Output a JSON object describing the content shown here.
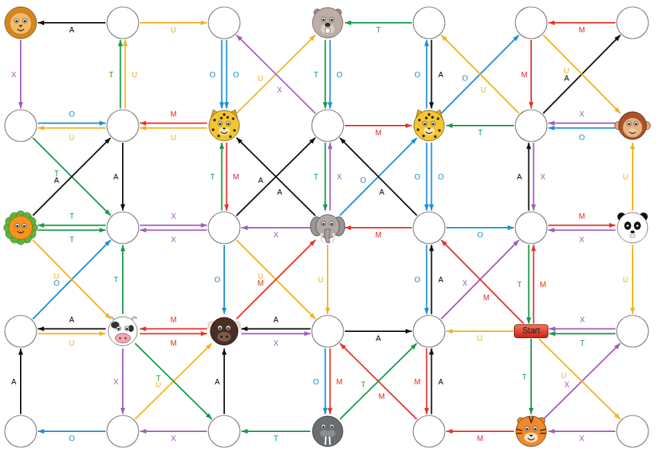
{
  "diagram": {
    "nodes": [
      {
        "text": []
      },
      {
        "text": []
      },
      {
        "text": []
      },
      {
        "text": []
      },
      {
        "text": []
      },
      {
        "text": []
      },
      {
        "text": []
      },
      {
        "text": []
      },
      {
        "text": []
      },
      {
        "text": []
      },
      {
        "text": []
      },
      {
        "text": []
      },
      {
        "text": []
      },
      {
        "text": []
      },
      {
        "text": []
      },
      {
        "text": []
      },
      {
        "text": []
      },
      {
        "text": []
      },
      {
        "text": []
      },
      {
        "text": []
      },
      {
        "text": []
      },
      {
        "text": []
      },
      {
        "text": []
      },
      {
        "text": []
      },
      {
        "text": []
      },
      {
        "text": []
      },
      {
        "text": [
          "Start"
        ]
      },
      {
        "text": []
      },
      {
        "text": []
      },
      {
        "text": []
      },
      {
        "text": []
      },
      {
        "text": []
      },
      {
        "text": []
      },
      {
        "text": []
      },
      {
        "text": []
      }
    ],
    "edges": [
      {
        "from": 1,
        "to": 0,
        "arrow": "to",
        "label": "A"
      },
      {
        "from": 1,
        "to": 2,
        "arrow": "to",
        "label": "U"
      },
      {
        "from": 4,
        "to": 3,
        "arrow": "to",
        "label": "T"
      },
      {
        "from": 6,
        "to": 5,
        "arrow": "to",
        "label": "M"
      },
      {
        "from": 0,
        "to": 7,
        "arrow": "to",
        "label": "X"
      },
      {
        "from": 7,
        "to": 8,
        "arrow": "to",
        "label": "O"
      },
      {
        "from": 8,
        "to": 7,
        "arrow": "to",
        "label": "U"
      },
      {
        "from": 9,
        "to": 8,
        "arrow": "to",
        "label": "M"
      },
      {
        "from": 9,
        "to": 8,
        "arrow": "to",
        "label": "U"
      },
      {
        "from": 10,
        "to": 11,
        "arrow": "to",
        "label": "M"
      },
      {
        "from": 12,
        "to": 11,
        "arrow": "to",
        "label": "T"
      },
      {
        "from": 13,
        "to": 12,
        "arrow": "to",
        "label": "X"
      },
      {
        "from": 13,
        "to": 12,
        "arrow": "to",
        "label": "O"
      },
      {
        "from": 8,
        "to": 1,
        "arrow": "to",
        "label": "U"
      },
      {
        "from": 8,
        "to": 1,
        "arrow": "to",
        "label": "T"
      },
      {
        "from": 8,
        "to": 15,
        "arrow": "to",
        "label": "A"
      },
      {
        "from": 2,
        "to": 9,
        "arrow": "to",
        "label": "O"
      },
      {
        "from": 2,
        "to": 9,
        "arrow": "to",
        "label": "O"
      },
      {
        "from": 9,
        "to": 16,
        "arrow": "to",
        "label": "M"
      },
      {
        "from": 16,
        "to": 9,
        "arrow": "to",
        "label": "T"
      },
      {
        "from": 3,
        "to": 10,
        "arrow": "to",
        "label": "O"
      },
      {
        "from": 3,
        "to": 10,
        "arrow": "to",
        "label": "T"
      },
      {
        "from": 17,
        "to": 10,
        "arrow": "to",
        "label": "X"
      },
      {
        "from": 10,
        "to": 17,
        "arrow": "to",
        "label": "T"
      },
      {
        "from": 4,
        "to": 11,
        "arrow": "to",
        "label": "A"
      },
      {
        "from": 11,
        "to": 4,
        "arrow": "to",
        "label": "O"
      },
      {
        "from": 11,
        "to": 18,
        "arrow": "to",
        "label": "O"
      },
      {
        "from": 11,
        "to": 18,
        "arrow": "to",
        "label": "O"
      },
      {
        "from": 5,
        "to": 12,
        "arrow": "to",
        "label": "M"
      },
      {
        "from": 12,
        "to": 19,
        "arrow": "to",
        "label": "X"
      },
      {
        "from": 19,
        "to": 12,
        "arrow": "to",
        "label": "A"
      },
      {
        "from": 20,
        "to": 13,
        "arrow": "to",
        "label": "U"
      },
      {
        "from": 9,
        "to": 3,
        "arrow": "to",
        "label": "U"
      },
      {
        "from": 10,
        "to": 2,
        "arrow": "to",
        "label": "X"
      },
      {
        "from": 11,
        "to": 5,
        "arrow": "to",
        "label": "O"
      },
      {
        "from": 12,
        "to": 4,
        "arrow": "to",
        "label": "U"
      },
      {
        "from": 12,
        "to": 6,
        "arrow": "to",
        "label": "A"
      },
      {
        "from": 5,
        "to": 13,
        "arrow": "to",
        "label": "U"
      },
      {
        "from": 15,
        "to": 14,
        "arrow": "to",
        "label": "T"
      },
      {
        "from": 14,
        "to": 15,
        "arrow": "to",
        "label": "T"
      },
      {
        "from": 15,
        "to": 16,
        "arrow": "to",
        "label": "X"
      },
      {
        "from": 16,
        "to": 15,
        "arrow": "to",
        "label": "X"
      },
      {
        "from": 17,
        "to": 16,
        "arrow": "to",
        "label": "X"
      },
      {
        "from": 18,
        "to": 17,
        "arrow": "to",
        "label": "M"
      },
      {
        "from": 18,
        "to": 19,
        "arrow": "to",
        "label": "O"
      },
      {
        "from": 19,
        "to": 20,
        "arrow": "to",
        "label": "M"
      },
      {
        "from": 20,
        "to": 19,
        "arrow": "to",
        "label": "X"
      },
      {
        "from": 7,
        "to": 15,
        "arrow": "to",
        "label": "T"
      },
      {
        "from": 14,
        "to": 8,
        "arrow": "to",
        "label": "A"
      },
      {
        "from": 16,
        "to": 10,
        "arrow": "to",
        "label": "A"
      },
      {
        "from": 17,
        "to": 9,
        "arrow": "to",
        "label": "A"
      },
      {
        "from": 17,
        "to": 11,
        "arrow": "to",
        "label": "O"
      },
      {
        "from": 18,
        "to": 10,
        "arrow": "to",
        "label": "A"
      },
      {
        "from": 22,
        "to": 15,
        "arrow": "to",
        "label": "T"
      },
      {
        "from": 16,
        "to": 23,
        "arrow": "to",
        "label": "O"
      },
      {
        "from": 17,
        "to": 24,
        "arrow": "to",
        "label": "U"
      },
      {
        "from": 25,
        "to": 18,
        "arrow": "to",
        "label": "A"
      },
      {
        "from": 18,
        "to": 25,
        "arrow": "to",
        "label": "O"
      },
      {
        "from": 26,
        "to": 19,
        "arrow": "to",
        "label": "M"
      },
      {
        "from": 19,
        "to": 26,
        "arrow": "to",
        "label": "T"
      },
      {
        "from": 20,
        "to": 27,
        "arrow": "to",
        "label": "U"
      },
      {
        "from": 21,
        "to": 15,
        "arrow": "to",
        "label": "O"
      },
      {
        "from": 14,
        "to": 22,
        "arrow": "to",
        "label": "U"
      },
      {
        "from": 16,
        "to": 24,
        "arrow": "to",
        "label": "U"
      },
      {
        "from": 23,
        "to": 17,
        "arrow": "to",
        "label": "M"
      },
      {
        "from": 25,
        "to": 19,
        "arrow": "to",
        "label": "X"
      },
      {
        "from": 26,
        "to": 18,
        "arrow": "to",
        "label": "M"
      },
      {
        "from": 22,
        "to": 21,
        "arrow": "to",
        "label": "A"
      },
      {
        "from": 21,
        "to": 22,
        "arrow": "to",
        "label": "U"
      },
      {
        "from": 23,
        "to": 22,
        "arrow": "to",
        "label": "M"
      },
      {
        "from": 22,
        "to": 23,
        "arrow": "to",
        "label": "M"
      },
      {
        "from": 24,
        "to": 23,
        "arrow": "to",
        "label": "A"
      },
      {
        "from": 23,
        "to": 24,
        "arrow": "to",
        "label": "X"
      },
      {
        "from": 24,
        "to": 25,
        "arrow": "to",
        "label": "A"
      },
      {
        "from": 26,
        "to": 25,
        "arrow": "to",
        "label": "U"
      },
      {
        "from": 27,
        "to": 26,
        "arrow": "to",
        "label": "X"
      },
      {
        "from": 27,
        "to": 26,
        "arrow": "to",
        "label": "T"
      },
      {
        "from": 28,
        "to": 21,
        "arrow": "to",
        "label": "A"
      },
      {
        "from": 22,
        "to": 29,
        "arrow": "to",
        "label": "X"
      },
      {
        "from": 30,
        "to": 23,
        "arrow": "to",
        "label": "A"
      },
      {
        "from": 24,
        "to": 31,
        "arrow": "to",
        "label": "M"
      },
      {
        "from": 24,
        "to": 31,
        "arrow": "to",
        "label": "O"
      },
      {
        "from": 32,
        "to": 25,
        "arrow": "to",
        "label": "A"
      },
      {
        "from": 25,
        "to": 32,
        "arrow": "to",
        "label": "M"
      },
      {
        "from": 26,
        "to": 33,
        "arrow": "to",
        "label": "T"
      },
      {
        "from": 29,
        "to": 23,
        "arrow": "to",
        "label": "U"
      },
      {
        "from": 22,
        "to": 30,
        "arrow": "to",
        "label": "T"
      },
      {
        "from": 31,
        "to": 25,
        "arrow": "to",
        "label": "T"
      },
      {
        "from": 32,
        "to": 24,
        "arrow": "to",
        "label": "M"
      },
      {
        "from": 33,
        "to": 27,
        "arrow": "to",
        "label": "X"
      },
      {
        "from": 26,
        "to": 34,
        "arrow": "to",
        "label": "U"
      },
      {
        "from": 29,
        "to": 28,
        "arrow": "to",
        "label": "O"
      },
      {
        "from": 30,
        "to": 29,
        "arrow": "to",
        "label": "X"
      },
      {
        "from": 31,
        "to": 30,
        "arrow": "to",
        "label": "T"
      },
      {
        "from": 33,
        "to": 32,
        "arrow": "to",
        "label": "M"
      },
      {
        "from": 34,
        "to": 33,
        "arrow": "to",
        "label": "X"
      }
    ]
  }
}
